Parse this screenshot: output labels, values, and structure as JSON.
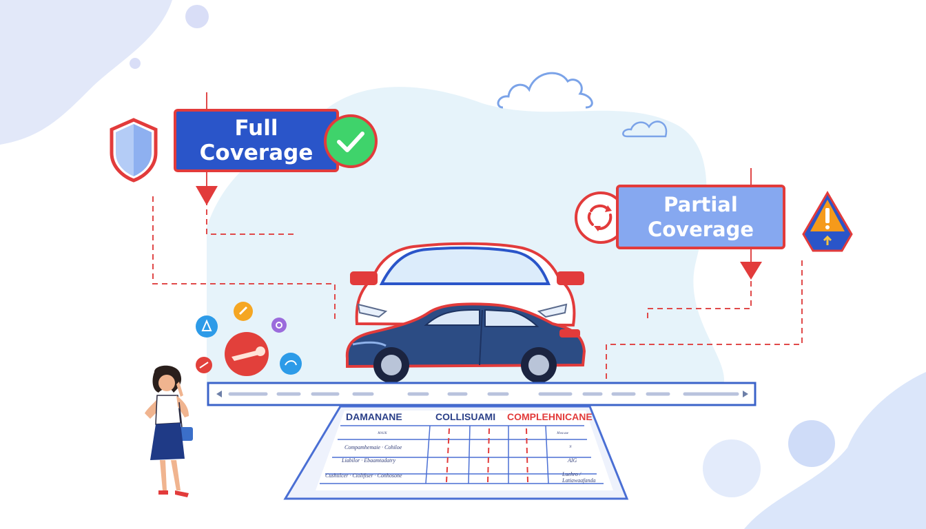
{
  "full_coverage": {
    "label": "Full\nCoverage",
    "line1": "Full",
    "line2": "Coverage"
  },
  "partial_coverage": {
    "line1": "Partial",
    "line2": "Coverage"
  },
  "table": {
    "headers": [
      "DAMANANE",
      "COLLISUAMI",
      "COMPLEHNICANE"
    ],
    "rows": [
      {
        "label": "ᴹᴬᴵᴷ",
        "value": "ᴹᵉᵃᵘᵘᵉ"
      },
      {
        "label": "Compamhemaie · Cohiloe",
        "value": "ᴺ"
      },
      {
        "label": "Liabilor · Ebaamtadatry",
        "value": "AIG"
      },
      {
        "label": "Cushiilcer · Ciolifiser · Conhosone",
        "value": "Luehro / Latiawaafanda"
      }
    ]
  },
  "colors": {
    "accent_blue": "#2a55c9",
    "light_blue": "#86a8f0",
    "alert_red": "#e23b3b",
    "check_green": "#3fd36b",
    "warning_orange": "#f59a1b"
  },
  "icons": [
    "shield-icon",
    "check-icon",
    "warning-icon",
    "repair-icon",
    "car-icon",
    "cloud-icon",
    "wrench-icon"
  ]
}
